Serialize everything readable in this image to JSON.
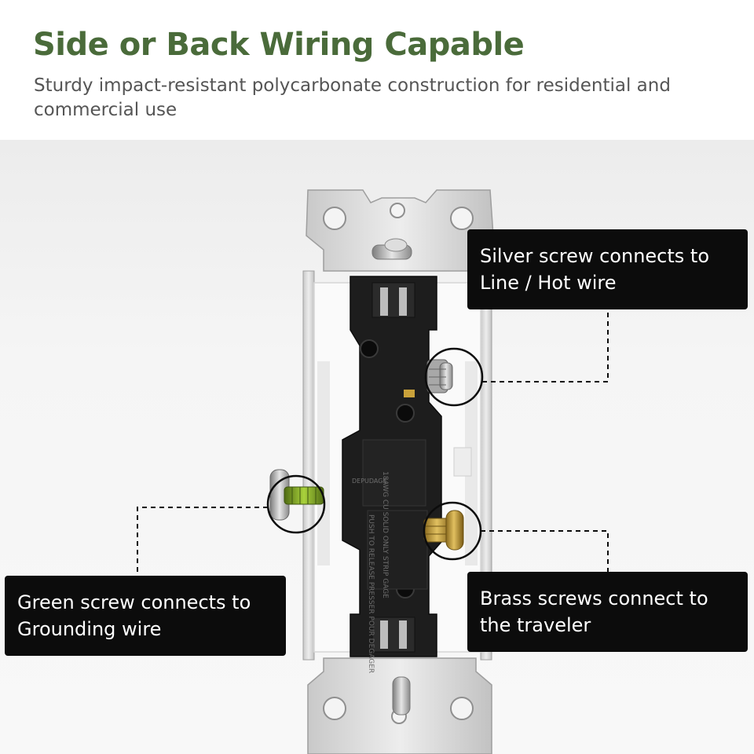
{
  "header": {
    "title": "Side or Back Wiring Capable",
    "subtitle": "Sturdy impact-resistant polycarbonate construction for residential and commercial use"
  },
  "callouts": {
    "silver": {
      "line1": "Silver screw connects to",
      "line2": "Line / Hot wire"
    },
    "green": {
      "line1": "Green screw connects to",
      "line2": "Grounding wire"
    },
    "brass": {
      "line1": "Brass screws connect to",
      "line2": "the traveler"
    }
  },
  "device_markings": {
    "upper": "18AWG CU SOLID ONLY STRIP GAGE",
    "lower": "PUSH TO RELEASE PRESSER POUR DEGAGER",
    "side": "DEPUDAGE"
  },
  "colors": {
    "title": "#4a6b3a",
    "subtitle": "#555555",
    "callout_bg": "#0c0c0c",
    "callout_text": "#ffffff",
    "switch_body": "#1d1d1d",
    "brass": "#c9a13a",
    "green": "#8fb82e",
    "silver": "#b8b8b8"
  },
  "icons": [
    "silver-screw-icon",
    "brass-screw-icon",
    "green-screw-icon"
  ]
}
